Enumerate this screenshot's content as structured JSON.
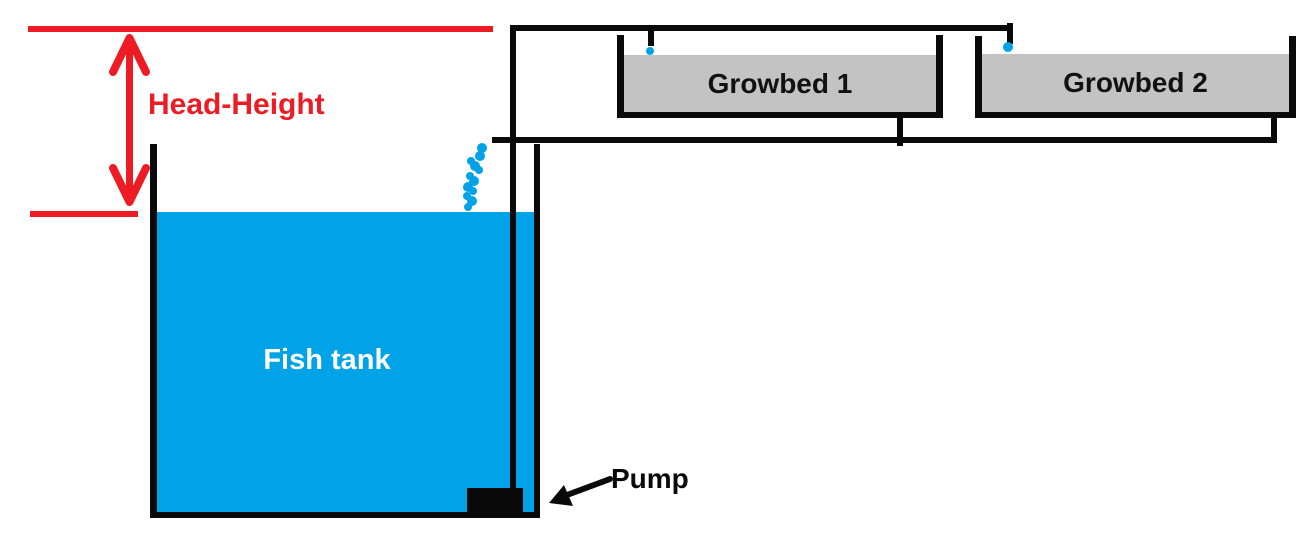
{
  "diagram": {
    "title_hint": "aquaponics-flood-drain-diagram",
    "labels": {
      "head_height": "Head-Height",
      "fish_tank": "Fish tank",
      "growbed1": "Growbed 1",
      "growbed2": "Growbed 2",
      "pump": "Pump"
    },
    "colors": {
      "water": "#00A2E8",
      "annotation_red": "#ED1C24",
      "growbed_gray": "#C3C3C3",
      "line_black": "#0a0a0a",
      "label_white": "#FFFFFF"
    },
    "bubbles": [
      [
        482,
        148,
        5
      ],
      [
        480,
        156,
        5
      ],
      [
        471,
        161,
        4
      ],
      [
        475,
        166,
        5
      ],
      [
        479,
        170,
        4
      ],
      [
        470,
        176,
        4
      ],
      [
        474,
        181,
        5
      ],
      [
        468,
        187,
        5
      ],
      [
        473,
        191,
        4
      ],
      [
        467,
        196,
        4
      ],
      [
        472,
        201,
        5
      ],
      [
        468,
        207,
        4
      ]
    ],
    "drips": [
      [
        650,
        51,
        4
      ],
      [
        1008,
        47,
        5
      ]
    ]
  }
}
